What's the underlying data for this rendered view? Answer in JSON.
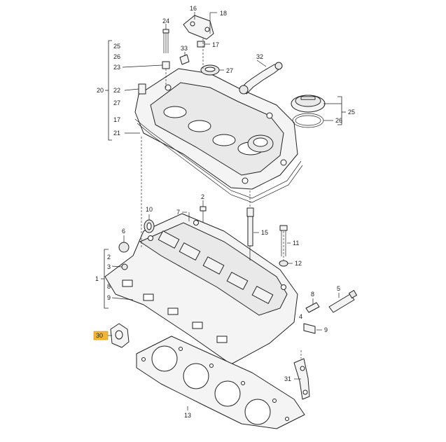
{
  "labels": {
    "l16": "16",
    "l18": "18",
    "l24": "24",
    "l17a": "17",
    "l33": "33",
    "l25a": "25",
    "l26a": "26",
    "l23": "23",
    "l27a": "27",
    "l32": "32",
    "l20": "20",
    "l22": "22",
    "l27b": "27",
    "l17b": "17",
    "l21": "21",
    "l25b": "25",
    "l26b": "26",
    "l2a": "2",
    "l7": "7",
    "l10": "10",
    "l6": "6",
    "l15": "15",
    "l11": "11",
    "l12": "12",
    "l1": "1",
    "l2b": "2",
    "l3": "3",
    "l8a": "8",
    "l9a": "9",
    "l30": "30",
    "l8b": "8",
    "l5": "5",
    "l4": "4",
    "l9b": "9",
    "l31": "31",
    "l13": "13"
  },
  "highlight_color": "#f2b632"
}
